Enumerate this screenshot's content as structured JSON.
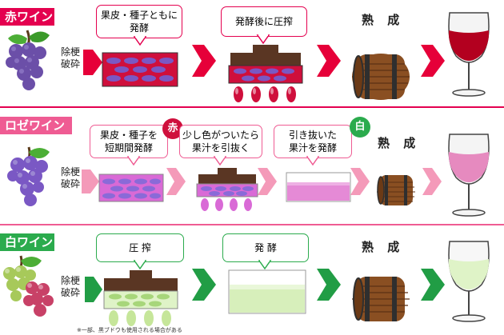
{
  "colors": {
    "red": "#e4004f",
    "rose": "#ef5c93",
    "white": "#2bab4d",
    "arrow_red": "#e60039",
    "arrow_pink": "#f49ab9",
    "arrow_green": "#219d45",
    "wine_red": "#b3001f",
    "wine_rose": "#e68abf",
    "wine_white": "#dff3c7"
  },
  "rows": [
    {
      "id": "red",
      "tag": "赤ワイン",
      "crush": "除梗\n破砕",
      "step1": "果皮・種子ともに\n発酵",
      "step2": "発酵後に圧搾",
      "aging": "熟 成"
    },
    {
      "id": "rose",
      "tag": "ロゼワイン",
      "crush": "除梗\n破砕",
      "step1": "果皮・種子を\n短期間発酵",
      "badge_red": "赤",
      "step2": "少し色がついたら\n果汁を引抜く",
      "step3": "引き抜いた\n果汁を発酵",
      "badge_white": "白",
      "aging": "熟 成"
    },
    {
      "id": "white",
      "tag": "白ワイン",
      "crush": "除梗\n破砕",
      "step1": "圧 搾",
      "step2": "発 酵",
      "aging": "熟 成",
      "note": "※一部、黒ブドウも使用される場合がある"
    }
  ]
}
